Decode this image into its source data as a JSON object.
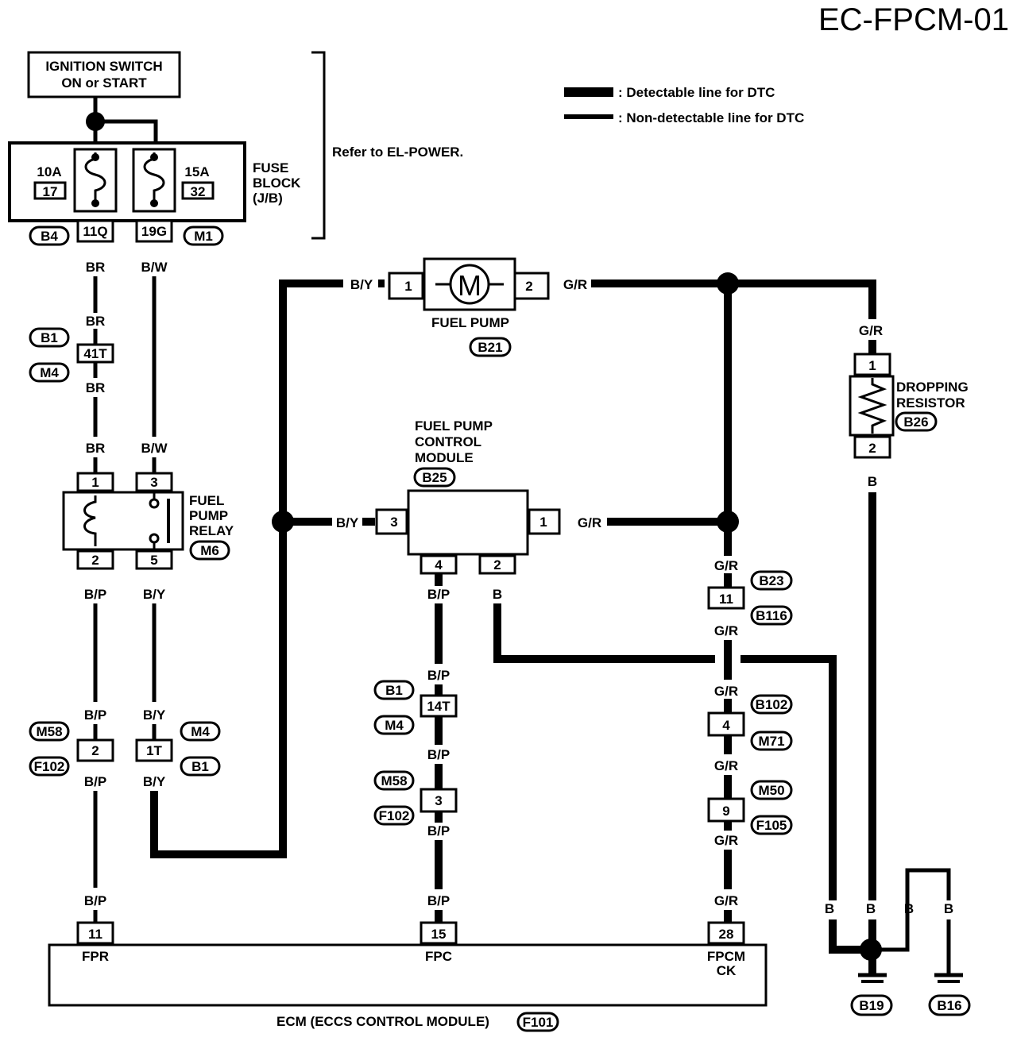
{
  "page_code": "EC-FPCM-01",
  "legend": {
    "detectable": ": Detectable line for DTC",
    "non_detectable": ": Non-detectable line for DTC"
  },
  "ignition": {
    "line1": "IGNITION SWITCH",
    "line2": "ON or START"
  },
  "refer_note": "Refer to EL-POWER.",
  "fuse_block": {
    "line1": "FUSE",
    "line2": "BLOCK",
    "line3": "(J/B)",
    "left_amp": "10A",
    "left_num": "17",
    "right_amp": "15A",
    "right_num": "32",
    "term_left": "11Q",
    "term_right": "19G",
    "conn_left": "B4",
    "conn_right": "M1"
  },
  "fuel_pump": {
    "name": "FUEL PUMP",
    "conn": "B21",
    "pin1": "1",
    "pin2": "2",
    "motor": "M"
  },
  "dropping_resistor": {
    "line1": "DROPPING",
    "line2": "RESISTOR",
    "conn": "B26",
    "pin1": "1",
    "pin2": "2"
  },
  "fpcm": {
    "line1": "FUEL PUMP",
    "line2": "CONTROL",
    "line3": "MODULE",
    "conn": "B25",
    "pin1": "1",
    "pin2": "2",
    "pin3": "3",
    "pin4": "4"
  },
  "relay": {
    "line1": "FUEL",
    "line2": "PUMP",
    "line3": "RELAY",
    "conn": "M6",
    "pin1": "1",
    "pin2": "2",
    "pin3": "3",
    "pin5": "5"
  },
  "wires": {
    "br": "BR",
    "bw": "B/W",
    "by": "B/Y",
    "gr": "G/R",
    "bp": "B/P",
    "b": "B"
  },
  "joints": {
    "j41t": {
      "pin": "41T",
      "top": "B1",
      "bottom": "M4"
    },
    "j2": {
      "pin": "2",
      "top": "M58",
      "bottom": "F102"
    },
    "j1t": {
      "pin": "1T",
      "top": "M4",
      "bottom": "B1"
    },
    "j14t": {
      "pin": "14T",
      "top": "B1",
      "bottom": "M4"
    },
    "j3": {
      "pin": "3",
      "top": "M58",
      "bottom": "F102"
    },
    "j11": {
      "pin": "11",
      "top": "B23",
      "bottom": "B116"
    },
    "j4": {
      "pin": "4",
      "top": "B102",
      "bottom": "M71"
    },
    "j9": {
      "pin": "9",
      "top": "M50",
      "bottom": "F105"
    }
  },
  "ecm": {
    "name": "ECM (ECCS CONTROL MODULE)",
    "conn": "F101",
    "pin11": "11",
    "pin15": "15",
    "pin28": "28",
    "fpr": "FPR",
    "fpc": "FPC",
    "fpcm1": "FPCM",
    "fpcm2": "CK"
  },
  "grounds": {
    "g1": "B19",
    "g2": "B16"
  }
}
